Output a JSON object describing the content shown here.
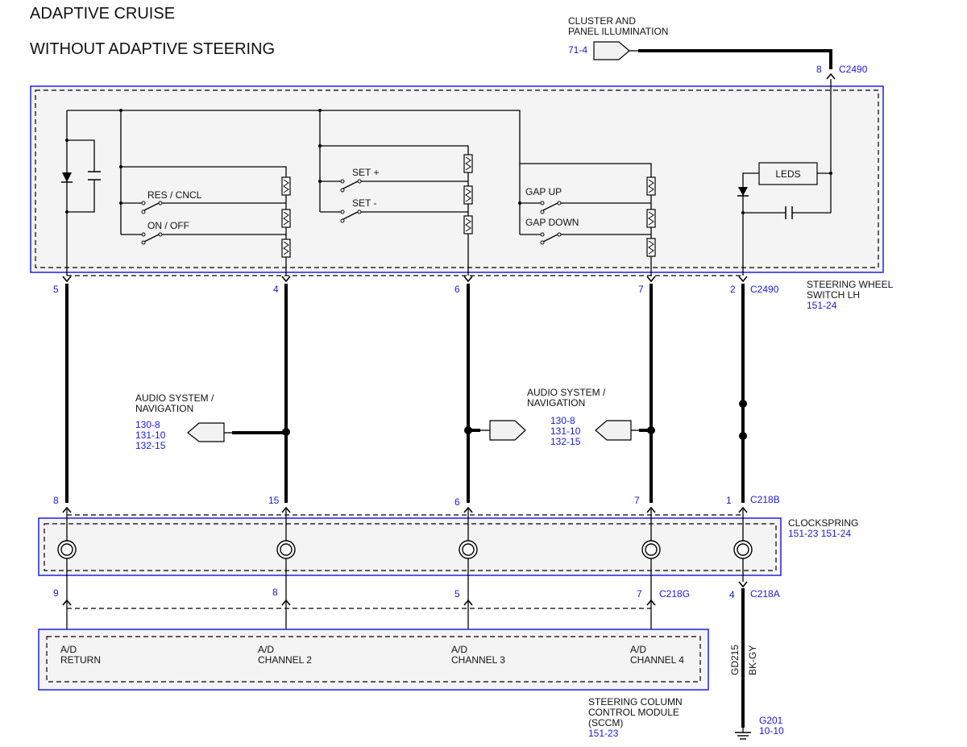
{
  "title": {
    "line1": "ADAPTIVE CRUISE",
    "line2": "WITHOUT ADAPTIVE STEERING"
  },
  "illumination": {
    "label1": "CLUSTER AND",
    "label2": "PANEL ILLUMINATION",
    "ref": "71-4",
    "pin": "8",
    "connector": "C2490"
  },
  "switch_module": {
    "name1": "STEERING WHEEL",
    "name2": "SWITCH LH",
    "ref": "151-24",
    "connector": "C2490",
    "leds_label": "LEDS",
    "switches": {
      "res_cncl": "RES / CNCL",
      "on_off": "ON / OFF",
      "set_plus": "SET +",
      "set_minus": "SET -",
      "gap_up": "GAP UP",
      "gap_down": "GAP DOWN"
    },
    "pins": [
      "5",
      "4",
      "6",
      "7",
      "2"
    ]
  },
  "audio": {
    "left": {
      "label1": "AUDIO SYSTEM /",
      "label2": "NAVIGATION",
      "refs": [
        "130-8",
        "131-10",
        "132-15"
      ]
    },
    "right": {
      "label1": "AUDIO SYSTEM /",
      "label2": "NAVIGATION",
      "refs": [
        "130-8",
        "131-10",
        "132-15"
      ]
    }
  },
  "clockspring": {
    "name": "CLOCKSPRING",
    "refs": "151-23  151-24",
    "top_connector": "C218B",
    "top_pins": [
      "8",
      "15",
      "6",
      "7",
      "1"
    ],
    "bottom_connector_g": "C218G",
    "bottom_connector_a": "C218A",
    "bottom_pins": [
      "9",
      "8",
      "5",
      "7",
      "4"
    ]
  },
  "sccm": {
    "name1": "STEERING COLUMN",
    "name2": "CONTROL MODULE",
    "name3": "(SCCM)",
    "ref": "151-23",
    "inputs": [
      {
        "l1": "A/D",
        "l2": "RETURN"
      },
      {
        "l1": "A/D",
        "l2": "CHANNEL 2"
      },
      {
        "l1": "A/D",
        "l2": "CHANNEL 3"
      },
      {
        "l1": "A/D",
        "l2": "CHANNEL 4"
      }
    ]
  },
  "ground": {
    "circuit": "GD215",
    "color": "BK-GY",
    "name": "G201",
    "ref": "10-10"
  }
}
